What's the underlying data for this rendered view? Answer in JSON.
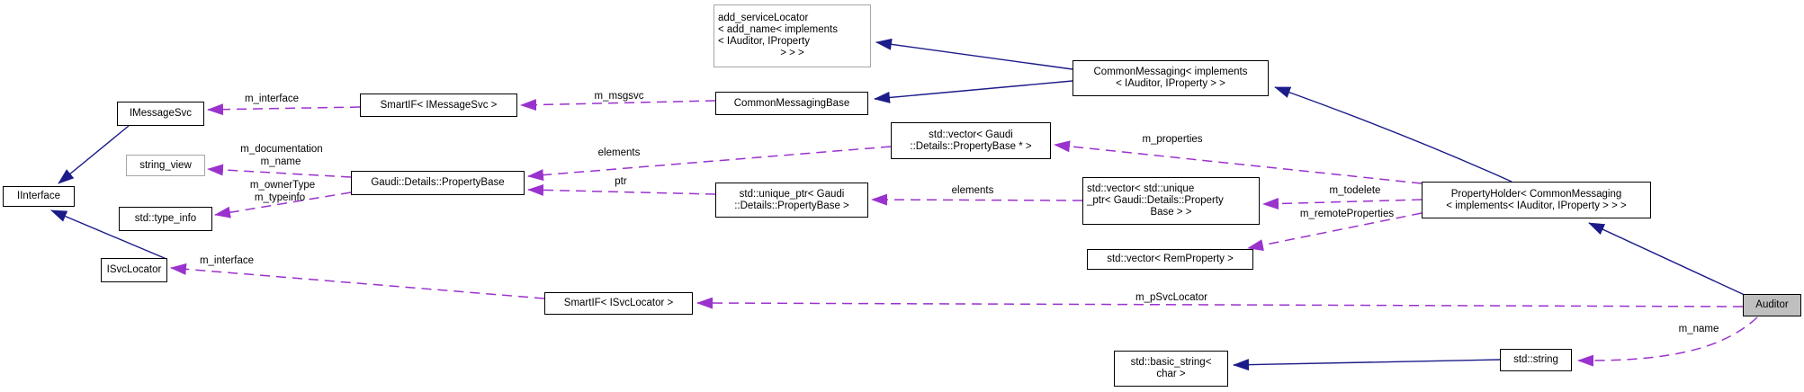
{
  "diagram": {
    "kind": "collaboration-graph",
    "focus_class": "Auditor",
    "colors": {
      "background": "#ffffff",
      "inheritance_edge": "#1b1b8a",
      "usage_edge": "#9a32cd",
      "node_border": "#000000",
      "external_node_border": "#a6a6a6",
      "focus_node_fill": "#bfbfbf"
    },
    "nodes": {
      "iinterface": {
        "label": "IInterface"
      },
      "imessagesvc": {
        "label": "IMessageSvc"
      },
      "smartif_imessagesvc": {
        "label": "SmartIF< IMessageSvc >"
      },
      "commonmessagingbase": {
        "label": "CommonMessagingBase"
      },
      "add_servicelocator": {
        "lines": [
          "add_serviceLocator",
          "< add_name< implements",
          "< IAuditor, IProperty",
          "> > >"
        ]
      },
      "string_view": {
        "label": "string_view"
      },
      "propertybase": {
        "label": "Gaudi::Details::PropertyBase"
      },
      "type_info": {
        "label": "std::type_info"
      },
      "isvclocator": {
        "label": "ISvcLocator"
      },
      "vector_propertybase_ptr": {
        "lines": [
          "std::vector< Gaudi",
          "::Details::PropertyBase * >"
        ]
      },
      "unique_ptr_propertybase": {
        "lines": [
          "std::unique_ptr< Gaudi",
          "::Details::PropertyBase >"
        ]
      },
      "vector_unique_ptr": {
        "lines": [
          "std::vector< std::unique",
          "_ptr< Gaudi::Details::Property",
          "Base > >"
        ]
      },
      "vector_remproperty": {
        "label": "std::vector< RemProperty >"
      },
      "commonmessaging": {
        "lines": [
          "CommonMessaging< implements",
          "< IAuditor, IProperty > >"
        ]
      },
      "propertyholder": {
        "lines": [
          "PropertyHolder< CommonMessaging",
          "< implements< IAuditor, IProperty > > >"
        ]
      },
      "smartif_isvclocator": {
        "label": "SmartIF< ISvcLocator >"
      },
      "basic_string": {
        "lines": [
          "std::basic_string<",
          "char >"
        ]
      },
      "std_string": {
        "label": "std::string"
      },
      "auditor": {
        "label": "Auditor"
      }
    },
    "edge_labels": {
      "m_interface_top": "m_interface",
      "m_msgsvc": "m_msgsvc",
      "m_documentation": "m_documentation",
      "m_name_mid": "m_name",
      "m_ownertype": "m_ownerType",
      "m_typeinfo": "m_typeinfo",
      "elements_top": "elements",
      "ptr": "ptr",
      "elements_mid": "elements",
      "m_properties": "m_properties",
      "m_todelete": "m_todelete",
      "m_remoteproperties": "m_remoteProperties",
      "m_psvclocator": "m_pSvcLocator",
      "m_name_bottom": "m_name",
      "m_interface_bottom": "m_interface"
    },
    "relationships": [
      {
        "from": "CommonMessaging< implements< IAuditor, IProperty > >",
        "to": "add_serviceLocator< add_name< implements< IAuditor, IProperty > > >",
        "type": "inheritance"
      },
      {
        "from": "CommonMessaging< implements< IAuditor, IProperty > >",
        "to": "CommonMessagingBase",
        "type": "inheritance"
      },
      {
        "from": "PropertyHolder< CommonMessaging< implements< IAuditor, IProperty > > >",
        "to": "CommonMessaging< implements< IAuditor, IProperty > >",
        "type": "inheritance"
      },
      {
        "from": "Auditor",
        "to": "PropertyHolder< CommonMessaging< implements< IAuditor, IProperty > > >",
        "type": "inheritance"
      },
      {
        "from": "IMessageSvc",
        "to": "IInterface",
        "type": "inheritance"
      },
      {
        "from": "ISvcLocator",
        "to": "IInterface",
        "type": "inheritance"
      },
      {
        "from": "std::string",
        "to": "std::basic_string< char >",
        "type": "inheritance"
      },
      {
        "from": "SmartIF< IMessageSvc >",
        "to": "IMessageSvc",
        "type": "usage",
        "label": "m_interface"
      },
      {
        "from": "CommonMessagingBase",
        "to": "SmartIF< IMessageSvc >",
        "type": "usage",
        "label": "m_msgsvc"
      },
      {
        "from": "Gaudi::Details::PropertyBase",
        "to": "string_view",
        "type": "usage",
        "label": "m_documentation m_name"
      },
      {
        "from": "Gaudi::Details::PropertyBase",
        "to": "std::type_info",
        "type": "usage",
        "label": "m_ownerType m_typeinfo"
      },
      {
        "from": "std::vector< Gaudi::Details::PropertyBase * >",
        "to": "Gaudi::Details::PropertyBase",
        "type": "usage",
        "label": "elements"
      },
      {
        "from": "std::unique_ptr< Gaudi::Details::PropertyBase >",
        "to": "Gaudi::Details::PropertyBase",
        "type": "usage",
        "label": "ptr"
      },
      {
        "from": "std::vector< std::unique_ptr< Gaudi::Details::PropertyBase > >",
        "to": "std::unique_ptr< Gaudi::Details::PropertyBase >",
        "type": "usage",
        "label": "elements"
      },
      {
        "from": "PropertyHolder< CommonMessaging< implements< IAuditor, IProperty > > >",
        "to": "std::vector< Gaudi::Details::PropertyBase * >",
        "type": "usage",
        "label": "m_properties"
      },
      {
        "from": "PropertyHolder< CommonMessaging< implements< IAuditor, IProperty > > >",
        "to": "std::vector< std::unique_ptr< Gaudi::Details::PropertyBase > >",
        "type": "usage",
        "label": "m_todelete"
      },
      {
        "from": "PropertyHolder< CommonMessaging< implements< IAuditor, IProperty > > >",
        "to": "std::vector< RemProperty >",
        "type": "usage",
        "label": "m_remoteProperties"
      },
      {
        "from": "Auditor",
        "to": "SmartIF< ISvcLocator >",
        "type": "usage",
        "label": "m_pSvcLocator"
      },
      {
        "from": "SmartIF< ISvcLocator >",
        "to": "ISvcLocator",
        "type": "usage",
        "label": "m_interface"
      },
      {
        "from": "Auditor",
        "to": "std::string",
        "type": "usage",
        "label": "m_name"
      }
    ]
  }
}
